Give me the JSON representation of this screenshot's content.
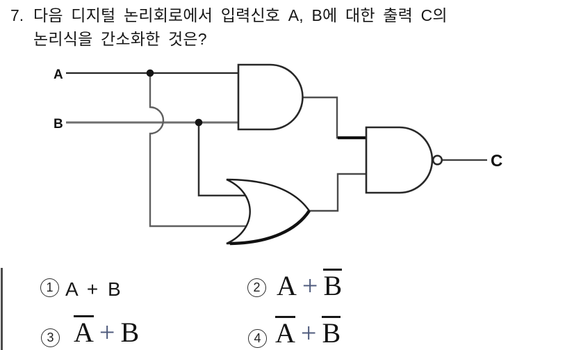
{
  "question": {
    "number": "7.",
    "line1": "다음 디지털 논리회로에서 입력신호 A, B에 대한 출력 C의",
    "line2": "논리식을 간소화한 것은?"
  },
  "circuit": {
    "inputs": [
      {
        "label": "A"
      },
      {
        "label": "B"
      }
    ],
    "output": {
      "label": "C"
    },
    "gates": [
      {
        "type": "AND"
      },
      {
        "type": "OR"
      },
      {
        "type": "NAND"
      }
    ]
  },
  "options": [
    {
      "circle": "1",
      "expression": "A + B",
      "term_a": "A",
      "op": "+",
      "term_b": "B",
      "a_bar": false,
      "b_bar": false
    },
    {
      "circle": "2",
      "expression": "A + B̄",
      "term_a": "A",
      "op": "+",
      "term_b": "B",
      "a_bar": false,
      "b_bar": true
    },
    {
      "circle": "3",
      "expression": "Ā + B",
      "term_a": "A",
      "op": "+",
      "term_b": "B",
      "a_bar": true,
      "b_bar": false
    },
    {
      "circle": "4",
      "expression": "Ā + B̄",
      "term_a": "A",
      "op": "+",
      "term_b": "B",
      "a_bar": true,
      "b_bar": true
    }
  ],
  "colors": {
    "background": "#ffffff",
    "ink": "#1e1e1e",
    "wire_gray": "#6e6e6e",
    "serif_plus": "#4f5b7d"
  }
}
